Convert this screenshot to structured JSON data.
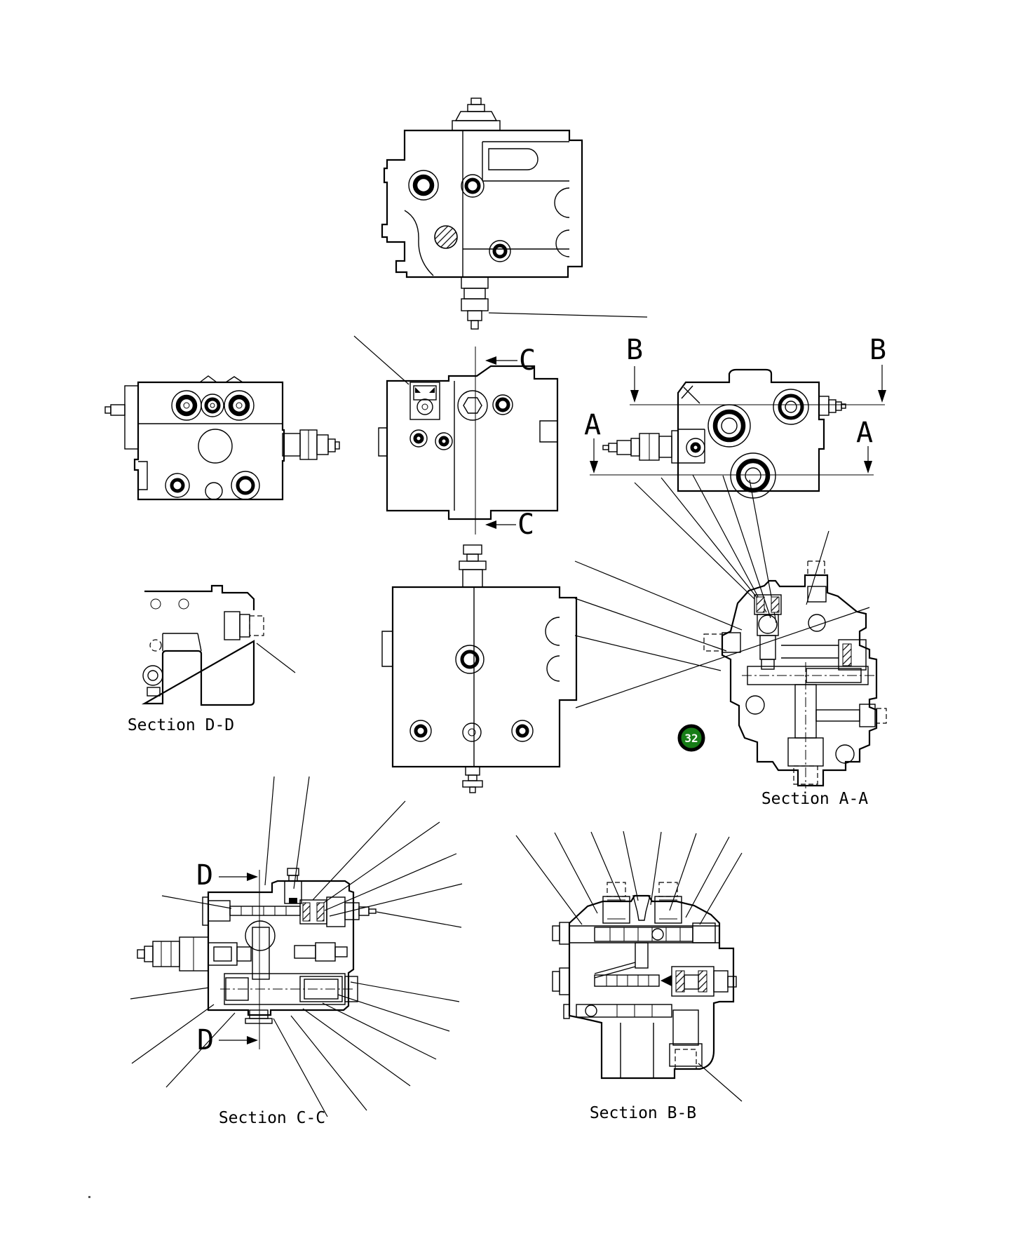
{
  "drawing": {
    "background_color": "#ffffff",
    "line_color": "#000000",
    "labels": {
      "section_dd": "Section D-D",
      "section_aa": "Section A-A",
      "section_cc": "Section C-C",
      "section_bb": "Section B-B"
    },
    "cut_letters": {
      "c_top": "C",
      "c_bottom": "C",
      "b_left": "B",
      "b_right": "B",
      "a_left": "A",
      "a_right": "A",
      "d_top": "D",
      "d_bottom": "D"
    },
    "balloon": {
      "number": "32",
      "fill": "#177d17",
      "text_color": "#ffffff"
    }
  }
}
